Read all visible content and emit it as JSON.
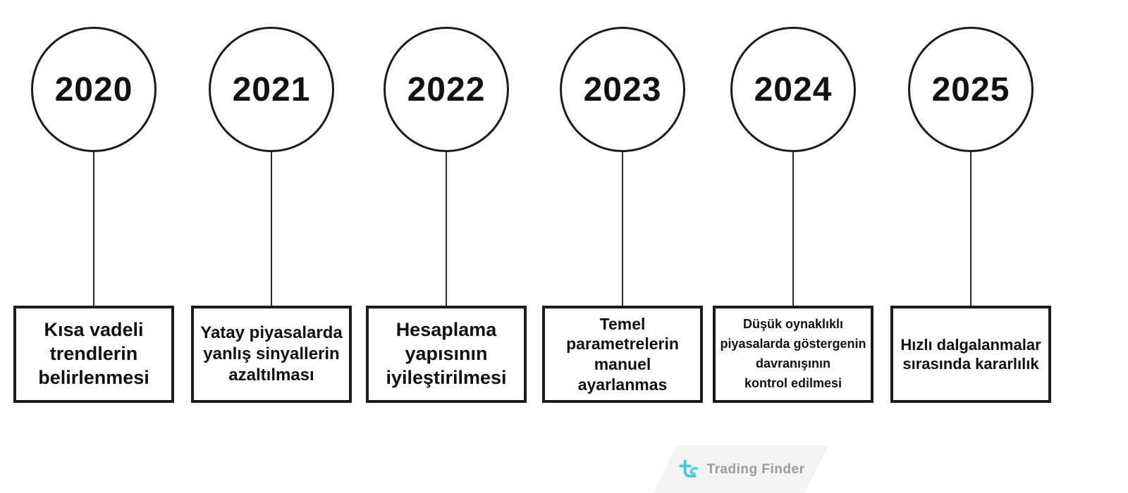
{
  "timeline": {
    "items": [
      {
        "year": "2020",
        "text": "Kısa vadeli\ntrendlerin\nbelirlenmesi"
      },
      {
        "year": "2021",
        "text": "Yatay piyasalarda\nyanlış sinyallerin\nazaltılması"
      },
      {
        "year": "2022",
        "text": "Hesaplama\nyapısının\niyileştirilmesi"
      },
      {
        "year": "2023",
        "text": "Temel\nparametrelerin\nmanuel ayarlanmas"
      },
      {
        "year": "2024",
        "text": "Düşük oynaklıklı\npiyasalarda göstergenin\ndavranışının\nkontrol edilmesi"
      },
      {
        "year": "2025",
        "text": "Hızlı dalgalanmalar\nsırasında kararlılık"
      }
    ]
  },
  "footer": {
    "brand": "Trading Finder",
    "accent_color": "#3cc9dc",
    "band_color": "#f3f3f3"
  }
}
